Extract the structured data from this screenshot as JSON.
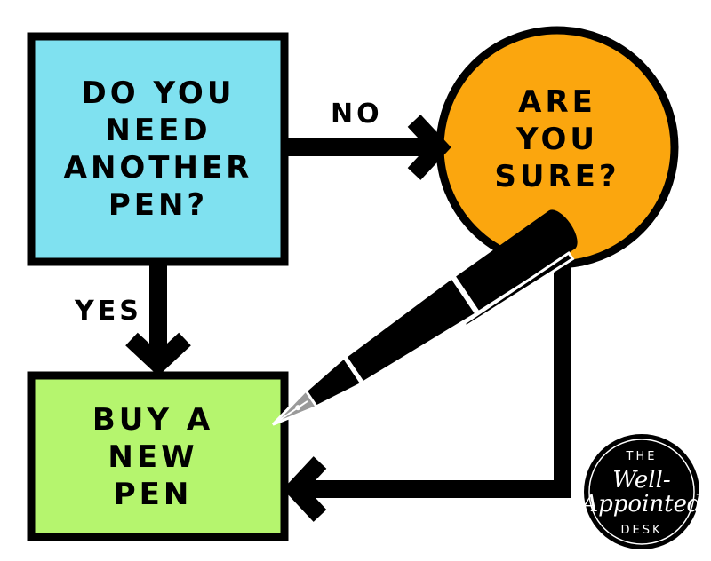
{
  "nodes": {
    "question": {
      "lines": [
        "DO YOU",
        "NEED",
        "ANOTHER",
        "PEN?"
      ],
      "fill": "#7FE1F0"
    },
    "confirm": {
      "lines": [
        "ARE",
        "YOU",
        "SURE?"
      ],
      "fill": "#FBA60E"
    },
    "action": {
      "lines": [
        "BUY A",
        "NEW",
        "PEN"
      ],
      "fill": "#B5F56E"
    }
  },
  "edges": {
    "no_label": "NO",
    "yes_label": "YES"
  },
  "logo": {
    "top": "THE",
    "script_1": "Well-",
    "script_2": "Appointed",
    "bottom": "DESK"
  },
  "colors": {
    "outline": "#000000",
    "pen_body": "#000000",
    "pen_nib": "#9a9a9a"
  },
  "icons": [
    "fountain-pen-icon"
  ]
}
